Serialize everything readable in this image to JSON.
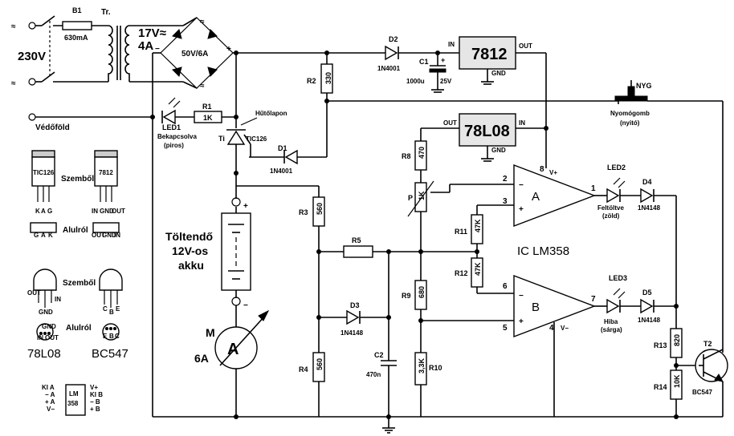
{
  "mains": {
    "voltage": "230V",
    "earth": "Védőföld"
  },
  "fuse": {
    "ref": "B1",
    "value": "630mA"
  },
  "transformer": {
    "ref": "Tr.",
    "volts": "17V≈",
    "amps": "4A"
  },
  "rectifier": {
    "value": "50V/6A",
    "ac_symbol": "≈",
    "plus": "+",
    "minus": "−"
  },
  "signs": {
    "plus": "+",
    "minus": "−"
  },
  "diodes": {
    "d1": {
      "ref": "D1",
      "value": "1N4001"
    },
    "d2": {
      "ref": "D2",
      "value": "1N4001"
    },
    "d3": {
      "ref": "D3",
      "value": "1N4148"
    },
    "d4": {
      "ref": "D4",
      "value": "1N4148"
    },
    "d5": {
      "ref": "D5",
      "value": "1N4148"
    }
  },
  "capacitors": {
    "c1": {
      "ref": "C1",
      "value": "1000u",
      "voltage": "25V",
      "plus": "+"
    },
    "c2": {
      "ref": "C2",
      "value": "470n"
    }
  },
  "regulators": {
    "r7812": {
      "name": "7812",
      "in": "IN",
      "out": "OUT",
      "gnd": "GND"
    },
    "r78l08": {
      "name": "78L08",
      "in": "IN",
      "out": "OUT",
      "gnd": "GND"
    }
  },
  "resistors": {
    "r1": {
      "ref": "R1",
      "value": "1K"
    },
    "r2": {
      "ref": "R2",
      "value": "330"
    },
    "r3": {
      "ref": "R3",
      "value": "560"
    },
    "r4": {
      "ref": "R4",
      "value": "560"
    },
    "r5": {
      "ref": "R5"
    },
    "r8": {
      "ref": "R8",
      "value": "470"
    },
    "r9": {
      "ref": "R9",
      "value": "680"
    },
    "r10": {
      "ref": "R10",
      "value": "3,3K"
    },
    "r11": {
      "ref": "R11",
      "value": "47K"
    },
    "r12": {
      "ref": "R12",
      "value": "47K"
    },
    "r13": {
      "ref": "R13",
      "value": "820"
    },
    "r14": {
      "ref": "R14",
      "value": "10K"
    },
    "pot": {
      "ref": "P",
      "value": "1K"
    }
  },
  "leds": {
    "led1": {
      "ref": "LED1",
      "label": "Bekapcsolva",
      "color": "(piros)"
    },
    "led2": {
      "ref": "LED2",
      "label": "Feltöltve",
      "color": "(zöld)"
    },
    "led3": {
      "ref": "LED3",
      "label": "Hiba",
      "color": "(sárga)"
    }
  },
  "thyristor": {
    "ref": "Ti",
    "value": "TIC126",
    "heatsink": "Hűtőlapon"
  },
  "button": {
    "ref": "NYG",
    "label": "Nyomógomb",
    "sub": "(nyitó)"
  },
  "battery": {
    "line1": "Töltendő",
    "line2": "12V-os",
    "line3": "akku"
  },
  "ammeter": {
    "ref": "M",
    "range": "6A",
    "symbol": "A"
  },
  "opamp": {
    "name": "IC LM358",
    "a": {
      "label": "A",
      "pin2": "2",
      "pin3": "3",
      "pin1": "1",
      "pin8": "8",
      "vplus": "V+"
    },
    "b": {
      "label": "B",
      "pin6": "6",
      "pin5": "5",
      "pin7": "7",
      "pin4": "4",
      "vminus": "V−"
    }
  },
  "transistor": {
    "ref": "T2",
    "value": "BC547"
  },
  "pinouts": {
    "front": "Szemből",
    "bottom": "Alulról",
    "tic126": {
      "name": "TIC126",
      "front": [
        "K",
        "A",
        "G"
      ],
      "bottom": [
        "G",
        "A",
        "K"
      ]
    },
    "p7812": {
      "name": "7812",
      "front": [
        "IN",
        "GND",
        "OUT"
      ],
      "bottom": [
        "OUT",
        "GND",
        "IN"
      ]
    },
    "p78l08": {
      "name": "78L08",
      "out": "OUT",
      "in": "IN",
      "gnd": "GND"
    },
    "bc547": {
      "name": "BC547",
      "c": "C",
      "b": "B",
      "e": "E"
    },
    "lm358": {
      "name1": "LM",
      "name2": "358",
      "left": [
        "KI A",
        "− A",
        "+ A",
        "V−"
      ],
      "right": [
        "V+",
        "KI B",
        "− B",
        "+ B"
      ]
    }
  }
}
